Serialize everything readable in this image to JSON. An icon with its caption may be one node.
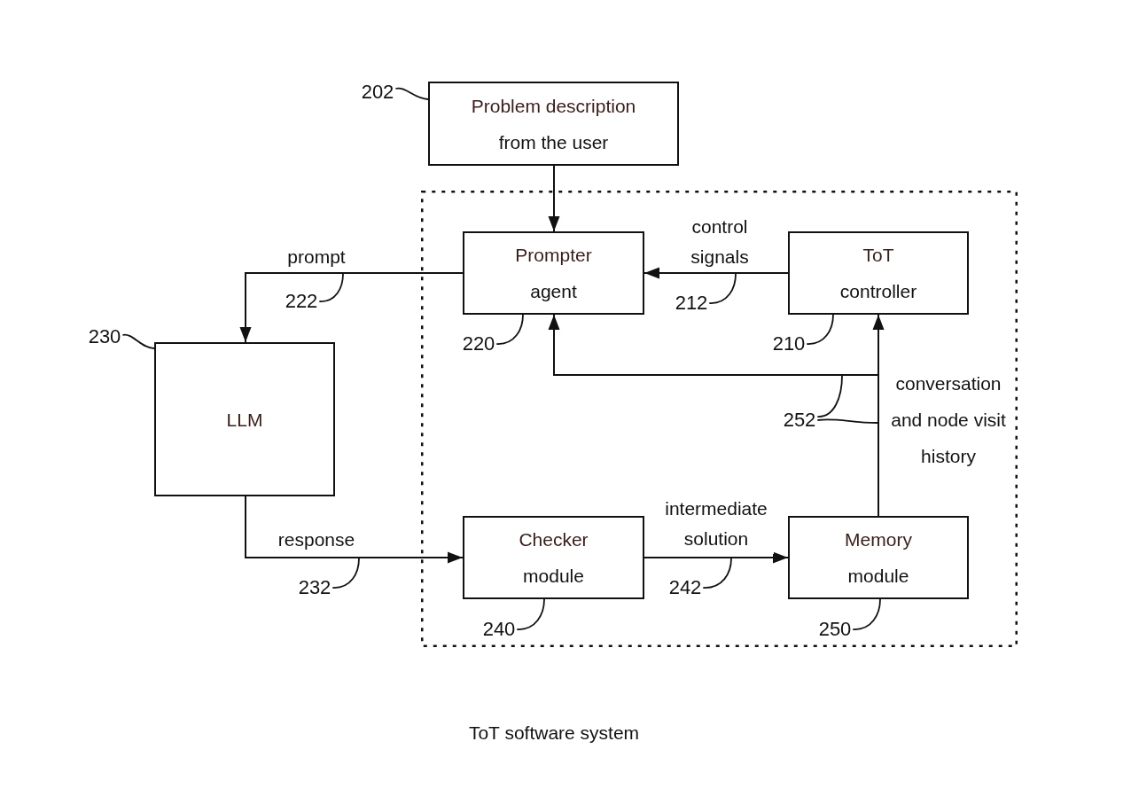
{
  "diagram": {
    "caption": "ToT software system",
    "nodes": [
      {
        "text": [
          "202"
        ]
      },
      {
        "text": [
          "Problem description",
          "from the user"
        ]
      },
      {
        "text": [],
        "shape": "box"
      },
      {
        "text": [
          "Prompter",
          "agent"
        ],
        "in": 2
      },
      {
        "text": [
          "ToT",
          "controller"
        ],
        "in": 2
      },
      {
        "text": [
          "222"
        ]
      },
      {
        "text": [
          "212"
        ],
        "in": 2
      },
      {
        "text": [
          "220"
        ],
        "in": 2
      },
      {
        "text": [
          "210"
        ],
        "in": 2
      },
      {
        "text": [
          "230"
        ]
      },
      {
        "text": [
          "LLM"
        ]
      },
      {
        "text": [
          "252"
        ],
        "in": 2
      },
      {
        "text": [
          "232"
        ]
      },
      {
        "text": [
          "Checker",
          "module"
        ],
        "in": 2
      },
      {
        "text": [
          "Memory",
          "module"
        ],
        "in": 2
      },
      {
        "text": [
          "242"
        ],
        "in": 2
      },
      {
        "text": [
          "240"
        ],
        "in": 2
      },
      {
        "text": [
          "250"
        ],
        "in": 2
      }
    ],
    "edges": [
      {
        "from": 1,
        "to": 3,
        "arrow": "to"
      },
      {
        "from": 3,
        "to": 10,
        "arrow": "to",
        "label": "prompt"
      },
      {
        "from": 4,
        "to": 3,
        "arrow": "to",
        "label": "control signals"
      },
      {
        "from": 10,
        "to": 13,
        "arrow": "to",
        "label": "response"
      },
      {
        "from": 13,
        "to": 14,
        "arrow": "to",
        "label": "intermediate solution"
      },
      {
        "from": 14,
        "to": 4,
        "arrow": "to",
        "label": "conversation and node visit history"
      },
      {
        "from": 14,
        "to": 3,
        "arrow": "to"
      },
      {
        "from": 0,
        "to": 1,
        "arrow": "none"
      },
      {
        "from": 5,
        "to": null,
        "arrow": "none"
      },
      {
        "from": 6,
        "to": null,
        "arrow": "none"
      },
      {
        "from": 7,
        "to": 3,
        "arrow": "none"
      },
      {
        "from": 8,
        "to": 4,
        "arrow": "none"
      },
      {
        "from": 9,
        "to": 10,
        "arrow": "none"
      },
      {
        "from": 11,
        "to": null,
        "arrow": "none"
      },
      {
        "from": 11,
        "to": null,
        "arrow": "none"
      },
      {
        "from": 12,
        "to": null,
        "arrow": "none"
      },
      {
        "from": 16,
        "to": 13,
        "arrow": "none"
      },
      {
        "from": 15,
        "to": null,
        "arrow": "none"
      },
      {
        "from": 17,
        "to": 14,
        "arrow": "none"
      }
    ]
  }
}
